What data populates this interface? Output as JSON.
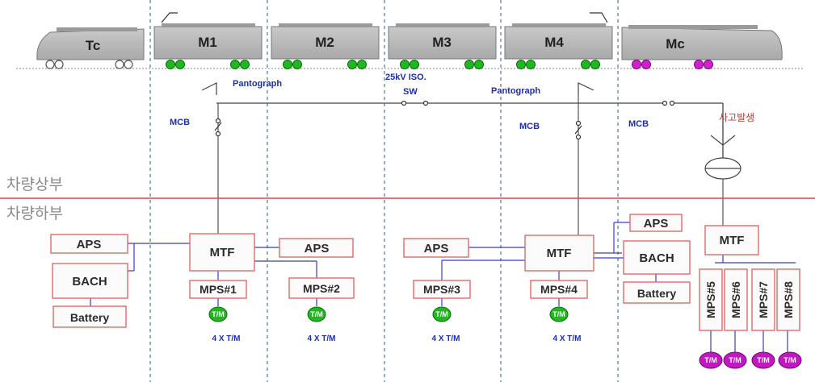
{
  "train": {
    "cars": [
      {
        "label": "Tc",
        "wheel_color": "#ffffff"
      },
      {
        "label": "M1",
        "wheel_color": "#1fb81f"
      },
      {
        "label": "M2",
        "wheel_color": "#1fb81f"
      },
      {
        "label": "M3",
        "wheel_color": "#1fb81f"
      },
      {
        "label": "M4",
        "wheel_color": "#1fb81f"
      },
      {
        "label": "Mc",
        "wheel_color": "#d21fd2"
      }
    ]
  },
  "roof": {
    "pantograph_left": "Pantograph",
    "pantograph_right": "Pantograph",
    "isolation_sw_line1": "25kV ISO.",
    "isolation_sw_line2": "SW",
    "mcb_1": "MCB",
    "mcb_2": "MCB",
    "mcb_3": "MCB",
    "accident": "사고발생"
  },
  "zones": {
    "upper": "차량상부",
    "lower": "차량하부"
  },
  "equipment": {
    "aps_left": "APS",
    "bach_left": "BACH",
    "battery_left": "Battery",
    "mtf_1": "MTF",
    "mps_1": "MPS#1",
    "aps_2": "APS",
    "mps_2": "MPS#2",
    "aps_3": "APS",
    "mps_3": "MPS#3",
    "mtf_4": "MTF",
    "mps_4": "MPS#4",
    "aps_right": "APS",
    "bach_right": "BACH",
    "battery_right": "Battery",
    "mtf_mc": "MTF",
    "mps_5": "MPS#5",
    "mps_6": "MPS#6",
    "mps_7": "MPS#7",
    "mps_8": "MPS#8"
  },
  "motors": {
    "symbol": "T/M",
    "caption": "4 X T/M"
  },
  "colors": {
    "car_body": "#b9b9b9",
    "car_top": "#9a9a9a",
    "box_border": "#e06a6a",
    "box_fill": "#fbfbfb",
    "wire_blue": "#3a3ad0",
    "divider_red": "#d24a4a",
    "traction_motor_green": "#1fb81f",
    "traction_motor_magenta": "#c218c2"
  }
}
